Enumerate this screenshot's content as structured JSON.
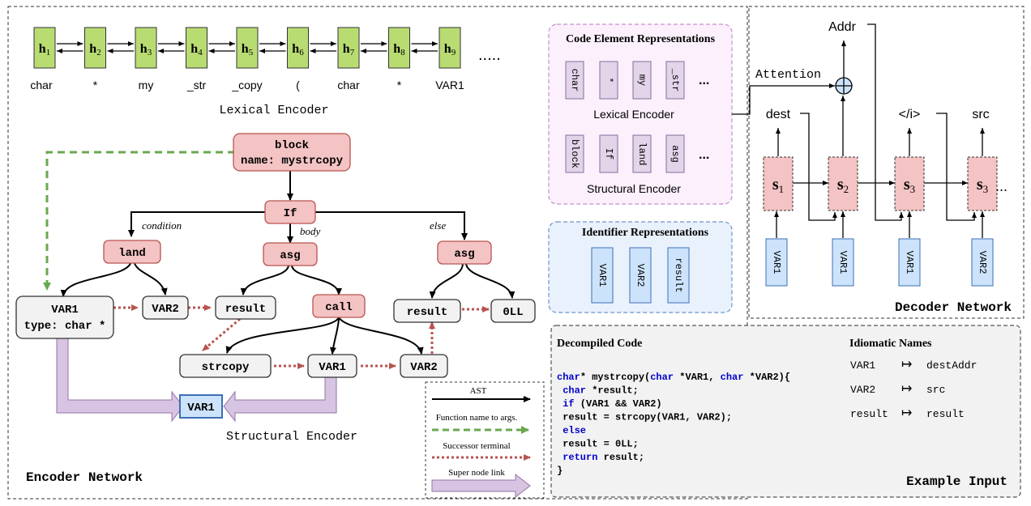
{
  "encoder": {
    "title": "Encoder Network",
    "lexical": {
      "label": "Lexical Encoder",
      "states": [
        {
          "main": "h",
          "sub": "1"
        },
        {
          "main": "h",
          "sub": "2"
        },
        {
          "main": "h",
          "sub": "3"
        },
        {
          "main": "h",
          "sub": "4"
        },
        {
          "main": "h",
          "sub": "5"
        },
        {
          "main": "h",
          "sub": "6"
        },
        {
          "main": "h",
          "sub": "7"
        },
        {
          "main": "h",
          "sub": "8"
        },
        {
          "main": "h",
          "sub": "9"
        }
      ],
      "ellipsis": ".....",
      "tokens": [
        "char",
        "*",
        "my",
        "_str",
        "_copy",
        "(",
        "char",
        "*",
        "VAR1"
      ]
    },
    "structural": {
      "label": "Structural Encoder",
      "nodes": {
        "block_line1": "block",
        "block_line2": "name: mystrcopy",
        "if": "If",
        "land": "land",
        "asg_body": "asg",
        "asg_else": "asg",
        "var1_line1": "VAR1",
        "var1_line2": "type: char *",
        "var2": "VAR2",
        "result_body": "result",
        "call": "call",
        "result_else": "result",
        "oll": "0LL",
        "strcopy": "strcopy",
        "call_var1": "VAR1",
        "call_var2": "VAR2",
        "super_var1": "VAR1"
      },
      "edge_labels": {
        "condition": "condition",
        "body": "body",
        "else": "else"
      }
    },
    "legend": {
      "ast": "AST",
      "func_args": "Function name to args.",
      "successor": "Successor terminal",
      "super_node": "Super node link"
    }
  },
  "code_elements": {
    "title": "Code Element Representations",
    "lexical_tokens": [
      "char",
      "*",
      "my",
      "_str"
    ],
    "lexical_label": "Lexical Encoder",
    "structural_tokens": [
      "block",
      "If",
      "land",
      "asg"
    ],
    "structural_label": "Structural Encoder",
    "ellipsis": "..."
  },
  "identifiers": {
    "title": "Identifier Representations",
    "tokens": [
      "VAR1",
      "VAR2",
      "result"
    ]
  },
  "decoder": {
    "title": "Decoder Network",
    "addr": "Addr",
    "attention": "Attention",
    "plus": "+",
    "outputs": [
      "dest",
      "</i>",
      "src"
    ],
    "states": [
      {
        "main": "s",
        "sub": "1"
      },
      {
        "main": "s",
        "sub": "2"
      },
      {
        "main": "s",
        "sub": "3"
      },
      {
        "main": "s",
        "sub": "3"
      }
    ],
    "ellipsis": "...",
    "inputs": [
      "VAR1",
      "VAR1",
      "VAR1",
      "VAR2"
    ]
  },
  "example": {
    "title": "Example Input",
    "decompiled_title": "Decompiled Code",
    "idiomatic_title": "Idiomatic Names",
    "code": [
      [
        {
          "t": "char",
          "c": "kw"
        },
        {
          "t": "* mystrcopy(",
          "c": "n"
        },
        {
          "t": "char",
          "c": "kw"
        },
        {
          "t": " *VAR1, ",
          "c": "n"
        },
        {
          "t": "char",
          "c": "kw"
        },
        {
          "t": " *VAR2){",
          "c": "n"
        }
      ],
      [
        {
          "t": "  ",
          "c": "n"
        },
        {
          "t": "char",
          "c": "kw"
        },
        {
          "t": " *result;",
          "c": "n"
        }
      ],
      [
        {
          "t": "  ",
          "c": "n"
        },
        {
          "t": "if",
          "c": "kw"
        },
        {
          "t": " (VAR1 && VAR2)",
          "c": "n"
        }
      ],
      [
        {
          "t": "    result = strcopy(VAR1, VAR2);",
          "c": "n"
        }
      ],
      [
        {
          "t": "  ",
          "c": "n"
        },
        {
          "t": "else",
          "c": "kw"
        }
      ],
      [
        {
          "t": "    result = 0LL;",
          "c": "n"
        }
      ],
      [
        {
          "t": "  ",
          "c": "n"
        },
        {
          "t": "return",
          "c": "kw"
        },
        {
          "t": " result;",
          "c": "n"
        }
      ],
      [
        {
          "t": "}",
          "c": "n"
        }
      ]
    ],
    "mappings": [
      {
        "from": "VAR1",
        "arrow": "↦",
        "to": "destAddr"
      },
      {
        "from": "VAR2",
        "arrow": "↦",
        "to": "src"
      },
      {
        "from": "result",
        "arrow": "↦",
        "to": "result"
      }
    ]
  },
  "colors": {
    "green_box": "#b8dc72",
    "pink_box": "#f4c3c3",
    "pink_stroke": "#b85450",
    "gray_box": "#f2f2f2",
    "blue_box": "#cce3fb",
    "purple_box": "#e3d4ea",
    "purple_panel": "#fbf0fc",
    "blue_panel": "#e9f1fc",
    "example_panel": "#f2f2f2",
    "red_dotted": "#b85450",
    "green_dashed": "#6aa84f",
    "keyword": "#0000cc",
    "super_arrow": "#d6c4e2"
  }
}
